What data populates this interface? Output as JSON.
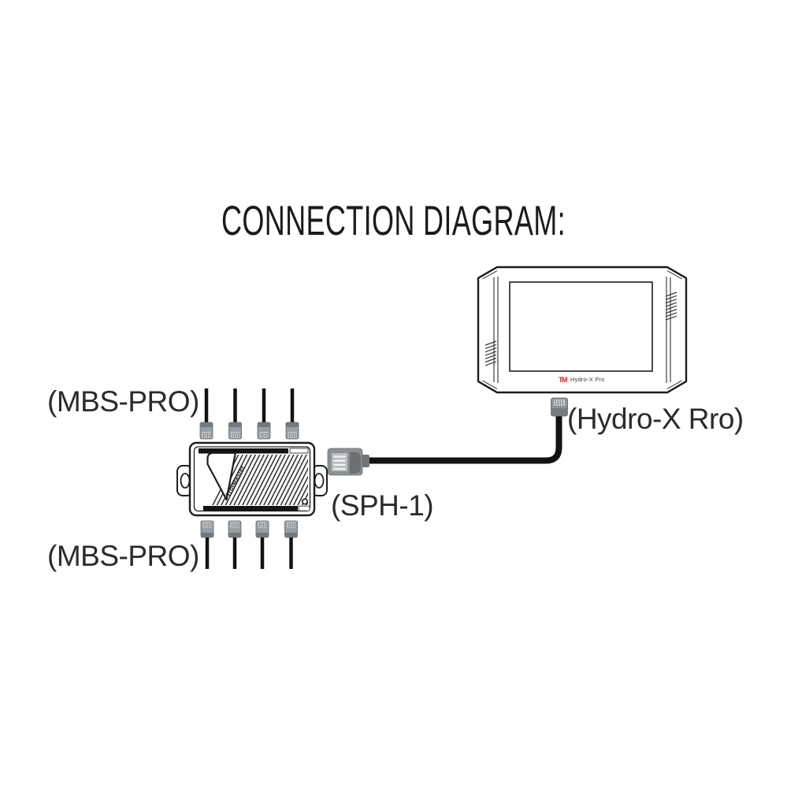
{
  "title": "CONNECTION DIAGRAM:",
  "labels": {
    "mbs_top": "(MBS-PRO)",
    "sph": "(SPH-1)",
    "hydro": "(Hydro-X Rro)",
    "mbs_bottom": "(MBS-PRO)"
  },
  "devices": {
    "tablet": {
      "logo_mark": "TM",
      "brand": "Hydro-X Pro"
    },
    "hub": {
      "brand": "TrolMaster"
    }
  },
  "connections": {
    "top_sensor_cables": 4,
    "bottom_sensor_cables": 4
  },
  "colors": {
    "outline": "#1d1d1b",
    "label_text": "#2b2b2b",
    "cable_black": "#121212",
    "connector_gray": "#8f9498",
    "connector_dark": "#70757a",
    "connector_light": "#c9cccd",
    "logo_red": "#d9251d"
  }
}
